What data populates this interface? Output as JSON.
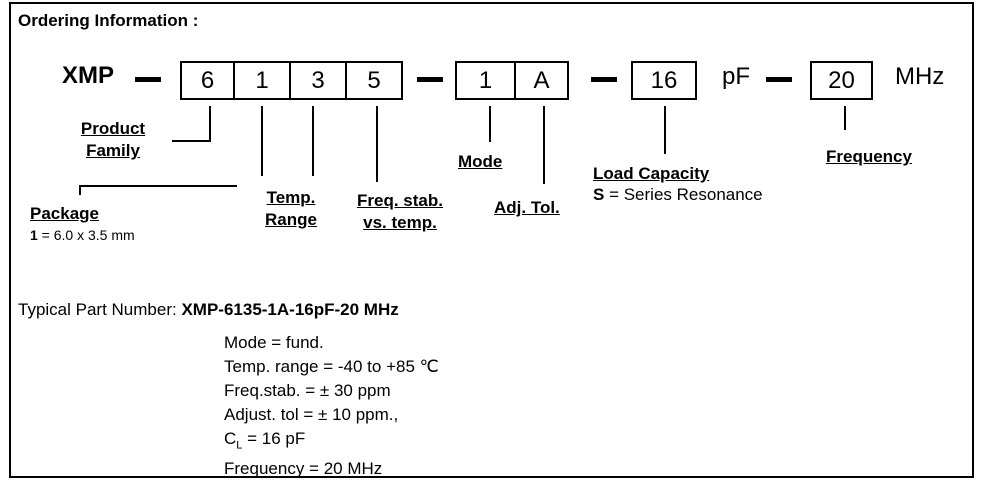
{
  "title": "Ordering Information :",
  "code": {
    "prefix": "XMP",
    "group1": [
      "6",
      "1",
      "3",
      "5"
    ],
    "group2": [
      "1",
      "A"
    ],
    "load": "16",
    "load_unit": "pF",
    "freq": "20",
    "freq_unit": "MHz"
  },
  "labels": {
    "product_family": [
      "Product",
      "Family"
    ],
    "package": "Package",
    "package_note_key": "1",
    "package_note_val": " = 6.0 x 3.5 mm",
    "temp_range": [
      "Temp.",
      "Range"
    ],
    "freq_stab": [
      "Freq. stab.",
      "vs. temp."
    ],
    "mode": "Mode",
    "adj_tol": "Adj. Tol.",
    "load_capacity": "Load Capacity",
    "load_note_key": "S",
    "load_note_val": " = Series Resonance",
    "frequency": "Frequency"
  },
  "typical": {
    "label": "Typical Part Number: ",
    "part": "XMP-6135-1A-16pF-20 MHz",
    "mode": "Mode = fund.",
    "temp": "Temp. range = -40 to +85 ℃",
    "stab": "Freq.stab. = ± 30 ppm",
    "tol": "Adjust. tol = ± 10 ppm.,",
    "cl_pre": "C",
    "cl_sub": "L",
    "cl_post": " = 16 pF",
    "freq": "Frequency = 20 MHz"
  }
}
